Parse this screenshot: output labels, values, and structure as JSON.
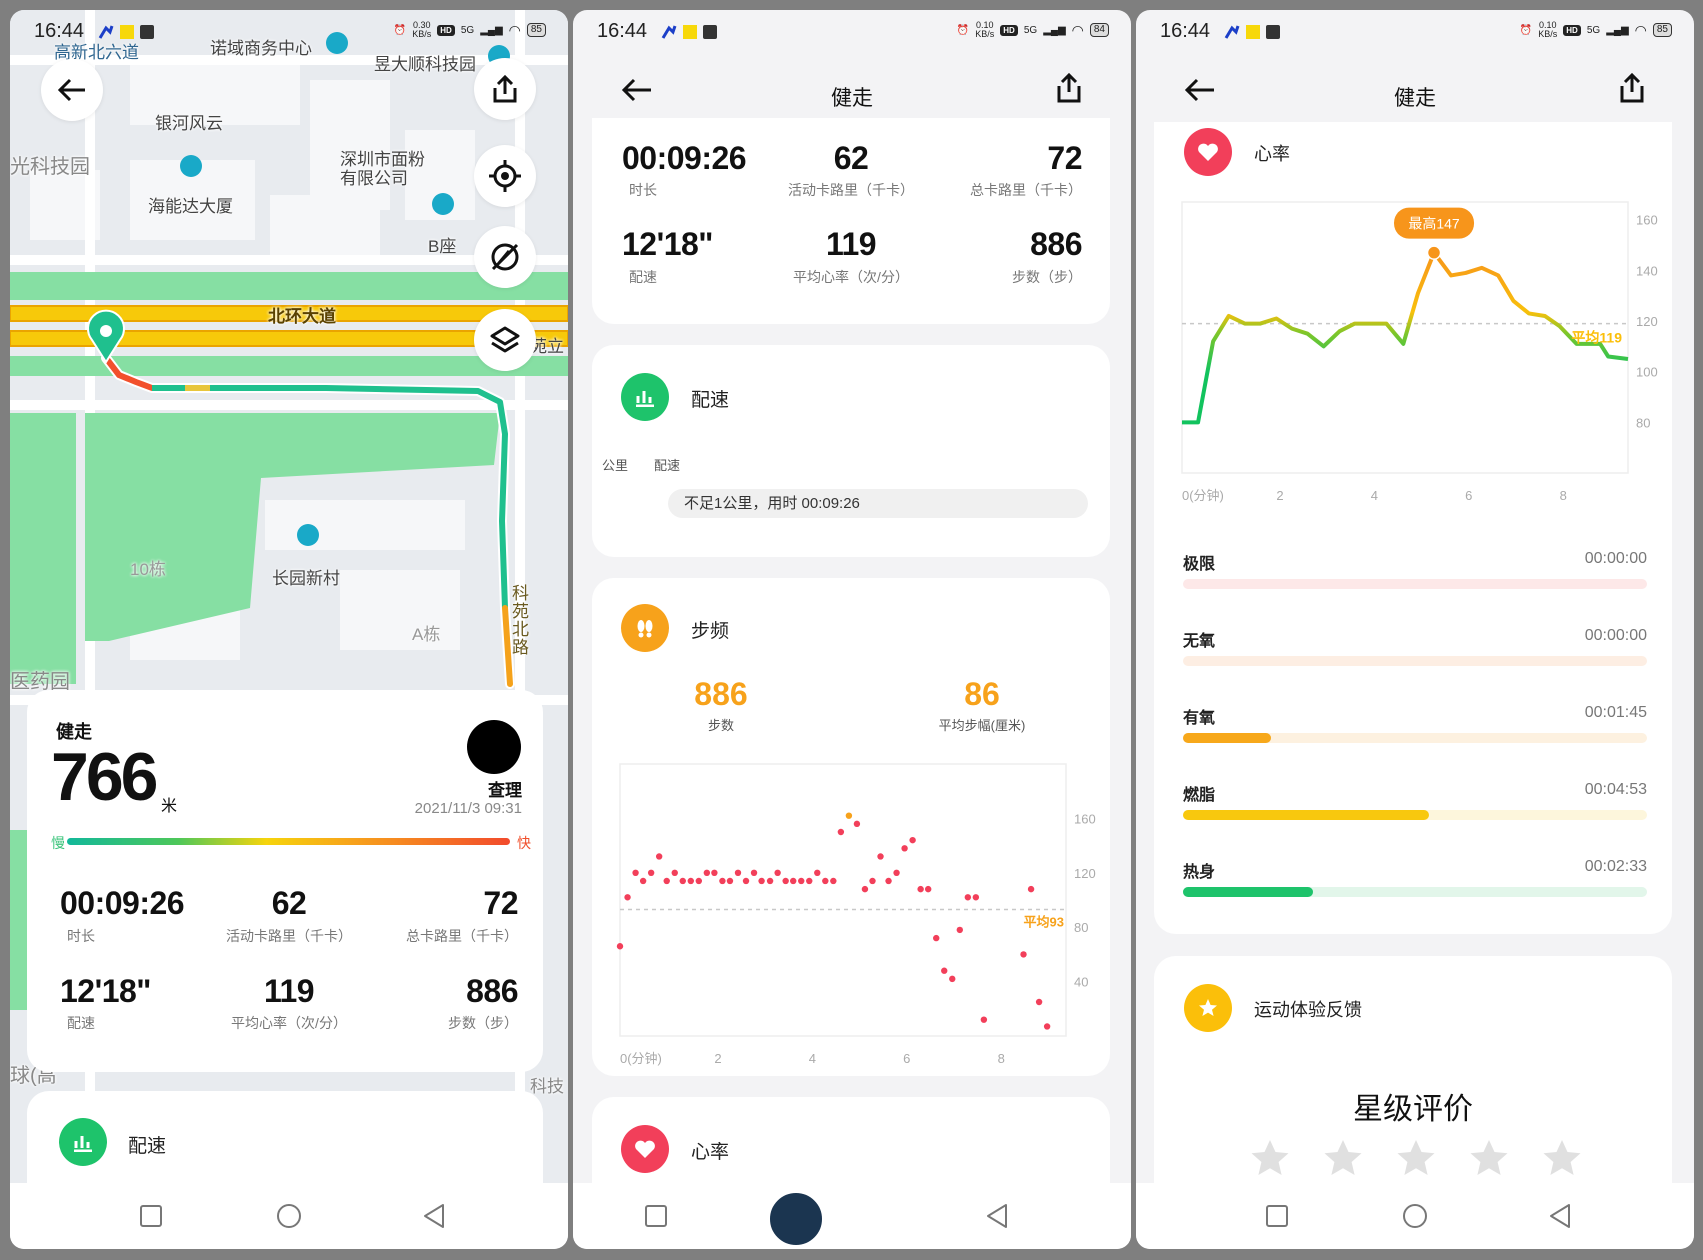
{
  "screens": [
    {
      "status": {
        "time": "16:44",
        "net_speed": "0.30",
        "net_unit": "KB/s",
        "hd": "HD",
        "network": "5G",
        "battery": "85"
      }
    },
    {
      "status": {
        "time": "16:44",
        "net_speed": "0.10",
        "net_unit": "KB/s",
        "hd": "HD",
        "network": "5G",
        "battery": "84"
      }
    },
    {
      "status": {
        "time": "16:44",
        "net_speed": "0.10",
        "net_unit": "KB/s",
        "hd": "HD",
        "network": "5G",
        "battery": "85"
      }
    }
  ],
  "map": {
    "labels": [
      "高新北六道",
      "诺域商务中心",
      "昱大顺科技园",
      "银河风云",
      "光科技园",
      "深圳市面粉\n有限公司",
      "海能达大厦",
      "B座",
      "北环大道",
      "苑立",
      "10栋",
      "长园新村",
      "A栋",
      "科\n苑\n北\n路",
      "医药园",
      "球(高",
      "科技"
    ]
  },
  "summary": {
    "activity": "健走",
    "distance": "766",
    "distance_unit": "米",
    "user_name": "查理",
    "datetime": "2021/11/3 09:31",
    "slow_label": "慢",
    "fast_label": "快"
  },
  "stats": [
    {
      "value": "00:09:26",
      "label": "时长"
    },
    {
      "value": "62",
      "label": "活动卡路里（千卡）"
    },
    {
      "value": "72",
      "label": "总卡路里（千卡）"
    },
    {
      "value": "12'18\"",
      "label": "配速"
    },
    {
      "value": "119",
      "label": "平均心率（次/分）"
    },
    {
      "value": "886",
      "label": "步数（步）"
    }
  ],
  "header": {
    "title": "健走"
  },
  "pace": {
    "title": "配速",
    "col_km": "公里",
    "col_pace": "配速",
    "note": "不足1公里，用时  00:09:26"
  },
  "cadence": {
    "title": "步频",
    "steps_value": "886",
    "steps_label": "步数",
    "stride_value": "86",
    "stride_label": "平均步幅(厘米)"
  },
  "heart": {
    "title": "心率"
  },
  "zones": [
    {
      "name": "极限",
      "time": "00:00:00",
      "fraction": 0,
      "color": "#f25a5a",
      "track": "#fde8e8"
    },
    {
      "name": "无氧",
      "time": "00:00:00",
      "fraction": 0,
      "color": "#f98a3c",
      "track": "#fdeee3"
    },
    {
      "name": "有氧",
      "time": "00:01:45",
      "fraction": 0.19,
      "color": "#f7a81b",
      "track": "#fdf1e0"
    },
    {
      "name": "燃脂",
      "time": "00:04:53",
      "fraction": 0.53,
      "color": "#f8c80e",
      "track": "#fdf6dc"
    },
    {
      "name": "热身",
      "time": "00:02:33",
      "fraction": 0.28,
      "color": "#1ec36b",
      "track": "#e2f6ea"
    }
  ],
  "feedback": {
    "title": "运动体验反馈",
    "rating_title": "星级评价",
    "rating": 0,
    "max_rating": 5
  },
  "colors": {
    "green": "#1ec36b",
    "orange": "#f7a21b",
    "red": "#f23f5a",
    "yellow": "#fbbf0a",
    "star_empty": "#e0e0e0"
  },
  "icons": [
    "back-arrow-icon",
    "share-icon",
    "locate-icon",
    "compass-off-icon",
    "layers-icon",
    "bar-chart-icon",
    "footprints-icon",
    "heart-icon",
    "star-icon",
    "map-pin-icon",
    "recent-apps-icon",
    "home-icon",
    "back-triangle-icon"
  ],
  "chart_data": [
    {
      "type": "scatter",
      "title": "步频",
      "xlabel": "0(分钟)",
      "x_ticks": [
        {
          "v": 0,
          "label": "0(分钟)"
        },
        {
          "v": 2,
          "label": "2"
        },
        {
          "v": 4,
          "label": "4"
        },
        {
          "v": 6,
          "label": "6"
        },
        {
          "v": 8,
          "label": "8"
        }
      ],
      "y_ticks": [
        40,
        80,
        120,
        160
      ],
      "xlim": [
        0,
        9.45
      ],
      "ylim": [
        0,
        200
      ],
      "average": 93,
      "average_label": "平均93",
      "highlight_color": "#f7a21b",
      "point_color": "#f23f5a",
      "points": [
        [
          0,
          66
        ],
        [
          0.16,
          102
        ],
        [
          0.33,
          120
        ],
        [
          0.49,
          114
        ],
        [
          0.66,
          120
        ],
        [
          0.83,
          132
        ],
        [
          0.99,
          114
        ],
        [
          1.16,
          120
        ],
        [
          1.33,
          114
        ],
        [
          1.5,
          114
        ],
        [
          1.67,
          114
        ],
        [
          1.84,
          120
        ],
        [
          2,
          120
        ],
        [
          2.17,
          114
        ],
        [
          2.33,
          114
        ],
        [
          2.5,
          120
        ],
        [
          2.67,
          114
        ],
        [
          2.84,
          120
        ],
        [
          3,
          114
        ],
        [
          3.18,
          114
        ],
        [
          3.34,
          120
        ],
        [
          3.51,
          114
        ],
        [
          3.67,
          114
        ],
        [
          3.84,
          114
        ],
        [
          4.01,
          114
        ],
        [
          4.18,
          120
        ],
        [
          4.35,
          114
        ],
        [
          4.52,
          114
        ],
        [
          4.68,
          150
        ],
        [
          4.85,
          162
        ],
        [
          5.02,
          156
        ],
        [
          5.19,
          108
        ],
        [
          5.35,
          114
        ],
        [
          5.52,
          132
        ],
        [
          5.69,
          114
        ],
        [
          5.86,
          120
        ],
        [
          6.03,
          138
        ],
        [
          6.2,
          144
        ],
        [
          6.37,
          108
        ],
        [
          6.53,
          108
        ],
        [
          6.7,
          72
        ],
        [
          6.87,
          48
        ],
        [
          7.04,
          42
        ],
        [
          7.2,
          78
        ],
        [
          7.37,
          102
        ],
        [
          7.54,
          102
        ],
        [
          7.71,
          12
        ],
        [
          8.55,
          60
        ],
        [
          8.71,
          108
        ],
        [
          8.88,
          25
        ],
        [
          9.05,
          7
        ]
      ],
      "highlight_index": 29
    },
    {
      "type": "line",
      "title": "心率",
      "x_ticks": [
        {
          "v": 0,
          "label": "0(分钟)"
        },
        {
          "v": 2,
          "label": "2"
        },
        {
          "v": 4,
          "label": "4"
        },
        {
          "v": 6,
          "label": "6"
        },
        {
          "v": 8,
          "label": "8"
        }
      ],
      "y_ticks": [
        80,
        100,
        120,
        140,
        160
      ],
      "xlim": [
        0,
        9.45
      ],
      "ylim": [
        60,
        167
      ],
      "average": 119,
      "average_label": "平均119",
      "max": 147,
      "max_label": "最高147",
      "points": [
        [
          0,
          80
        ],
        [
          0.34,
          80
        ],
        [
          0.66,
          112
        ],
        [
          0.99,
          122
        ],
        [
          1.33,
          119
        ],
        [
          1.66,
          119
        ],
        [
          2,
          121
        ],
        [
          2.33,
          117
        ],
        [
          2.66,
          115
        ],
        [
          3,
          110
        ],
        [
          3.34,
          116
        ],
        [
          3.66,
          119
        ],
        [
          4,
          119
        ],
        [
          4.33,
          119
        ],
        [
          4.69,
          111
        ],
        [
          5,
          131
        ],
        [
          5.34,
          147
        ],
        [
          5.7,
          138
        ],
        [
          6.01,
          139
        ],
        [
          6.35,
          141
        ],
        [
          6.7,
          138
        ],
        [
          7.02,
          128
        ],
        [
          7.35,
          123
        ],
        [
          7.69,
          122
        ],
        [
          8,
          118
        ],
        [
          8.36,
          111
        ],
        [
          8.86,
          111
        ],
        [
          9.03,
          106
        ],
        [
          9.45,
          105
        ]
      ]
    }
  ]
}
